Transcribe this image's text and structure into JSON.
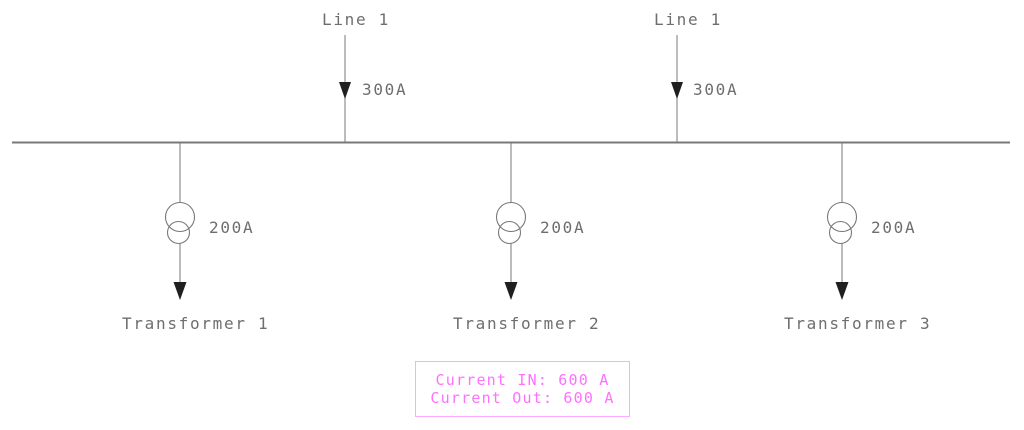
{
  "diagram_title": "busbar-one-line-diagram",
  "feeders": [
    {
      "label": "Line 1",
      "current": "300A"
    },
    {
      "label": "Line 1",
      "current": "300A"
    }
  ],
  "transformers": [
    {
      "label": "Transformer 1",
      "current": "200A"
    },
    {
      "label": "Transformer 2",
      "current": "200A"
    },
    {
      "label": "Transformer 3",
      "current": "200A"
    }
  ],
  "summary": {
    "current_in": "Current IN: 600 A",
    "current_out": "Current Out: 600 A"
  },
  "colors": {
    "line_stroke": "#787878",
    "arrow_fill": "#1f1f1f",
    "text_gray": "#6e6e6e",
    "magenta_text": "#ff70ff",
    "magenta_border": "#ffaaff"
  }
}
